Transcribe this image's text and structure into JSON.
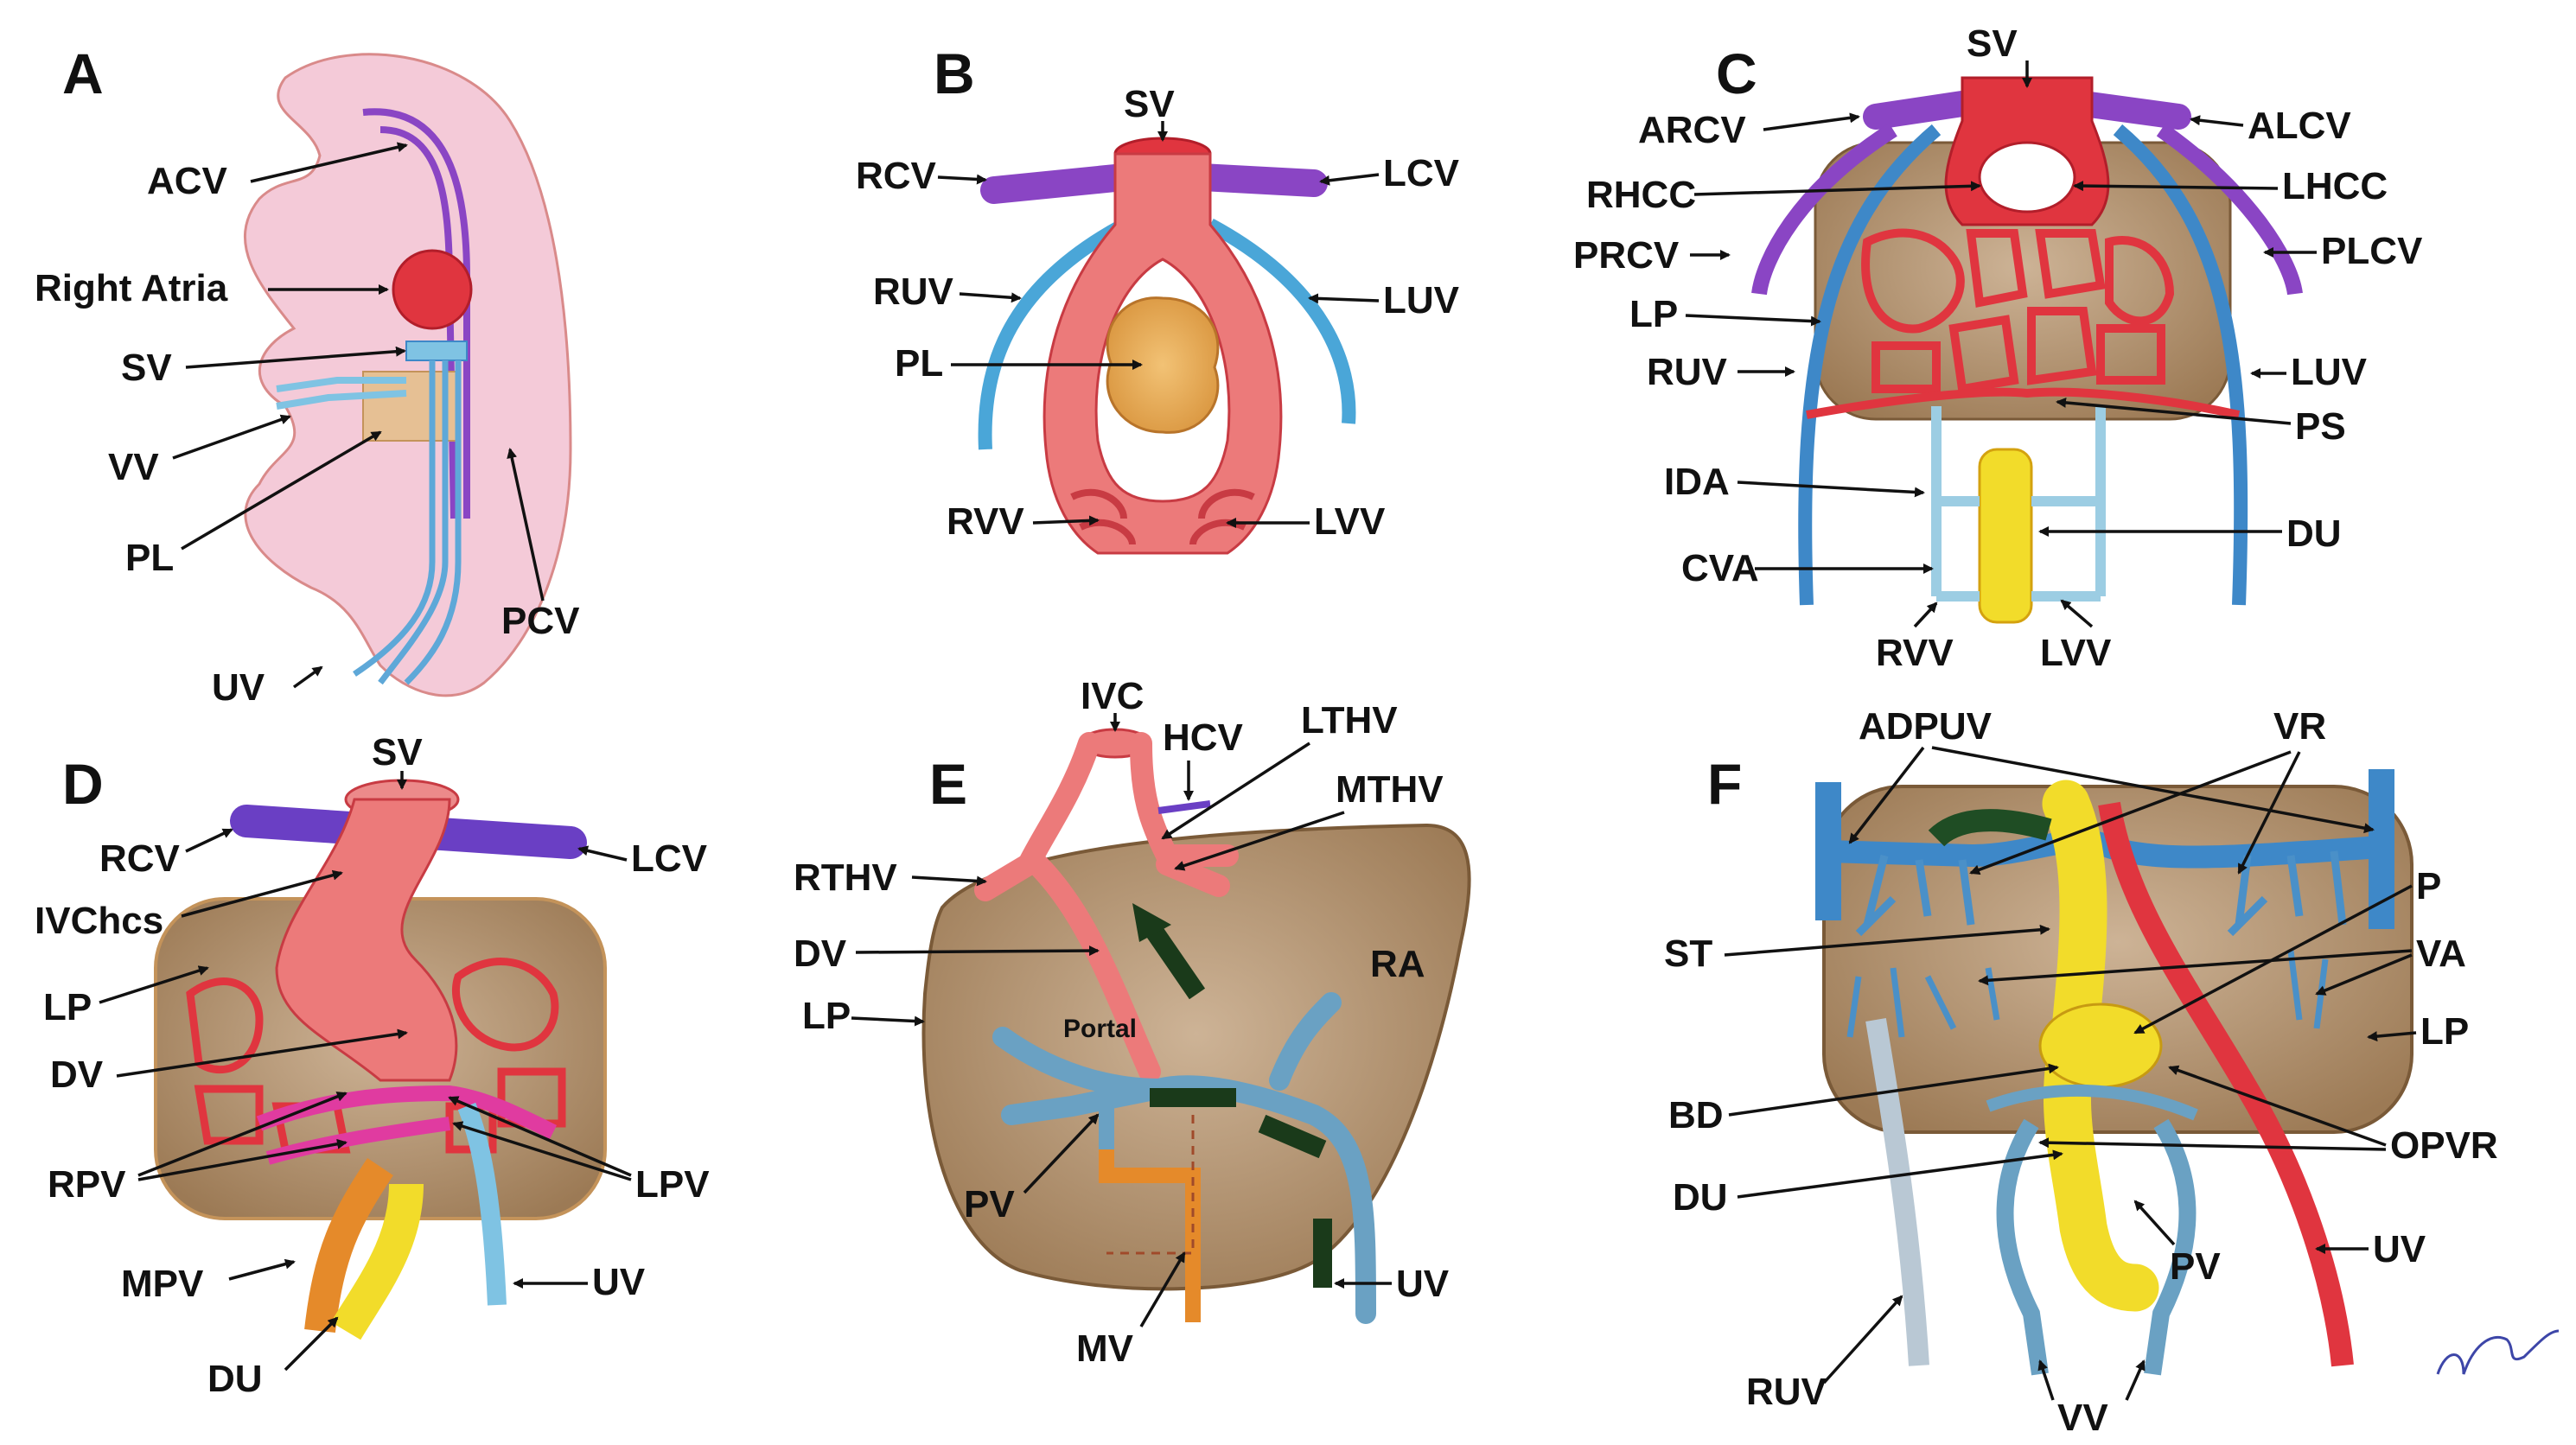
{
  "colors": {
    "pink_bg": "#f3c6d6",
    "purple": "#8a45c4",
    "red": "#e0353f",
    "light_red": "#ec6b6b",
    "blue": "#3e88c8",
    "light_blue": "#7fc3e3",
    "liver": "#a9845a",
    "liver_light": "#c9ad88",
    "yellow": "#f2dc2a",
    "orange": "#e58a2a",
    "ink": "#111111"
  },
  "panels": {
    "A": {
      "letter": "A",
      "labels": {
        "acv": "ACV",
        "right_atria": "Right Atria",
        "sv": "SV",
        "vv": "VV",
        "pl": "PL",
        "pcv": "PCV",
        "uv": "UV"
      }
    },
    "B": {
      "letter": "B",
      "labels": {
        "sv": "SV",
        "rcv": "RCV",
        "lcv": "LCV",
        "ruv": "RUV",
        "luv": "LUV",
        "pl": "PL",
        "rvv": "RVV",
        "lvv": "LVV"
      }
    },
    "C": {
      "letter": "C",
      "labels": {
        "sv": "SV",
        "arcv": "ARCV",
        "alcv": "ALCV",
        "rhcc": "RHCC",
        "lhcc": "LHCC",
        "prcv": "PRCV",
        "plcv": "PLCV",
        "lp": "LP",
        "ruv": "RUV",
        "luv": "LUV",
        "ps": "PS",
        "ida": "IDA",
        "du": "DU",
        "cva": "CVA",
        "rvv": "RVV",
        "lvv": "LVV"
      }
    },
    "D": {
      "letter": "D",
      "labels": {
        "sv": "SV",
        "rcv": "RCV",
        "lcv": "LCV",
        "ivchcs": "IVChcs",
        "lp": "LP",
        "dv": "DV",
        "rpv": "RPV",
        "lpv": "LPV",
        "mpv": "MPV",
        "uv": "UV",
        "du": "DU"
      }
    },
    "E": {
      "letter": "E",
      "labels": {
        "ivc": "IVC",
        "hcv": "HCV",
        "lthv": "LTHV",
        "mthv": "MTHV",
        "rthv": "RTHV",
        "dv": "DV",
        "ra": "RA",
        "lp": "LP",
        "portal": "Portal",
        "pv": "PV",
        "mv": "MV",
        "uv": "UV"
      }
    },
    "F": {
      "letter": "F",
      "labels": {
        "adpuv": "ADPUV",
        "vr": "VR",
        "p": "P",
        "st": "ST",
        "va": "VA",
        "lp": "LP",
        "bd": "BD",
        "opvr": "OPVR",
        "du": "DU",
        "pv": "PV",
        "uv": "UV",
        "ruv": "RUV",
        "vv": "VV"
      }
    }
  }
}
